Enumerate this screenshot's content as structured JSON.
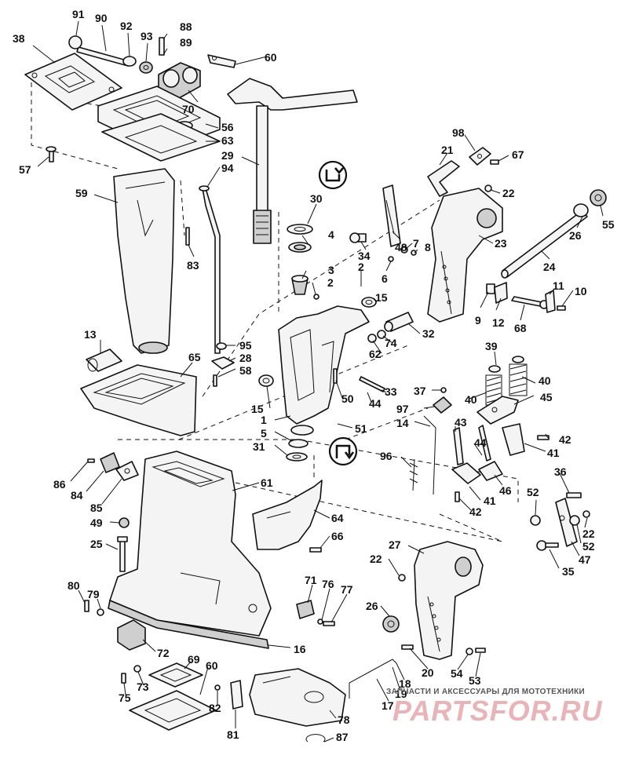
{
  "diagram": {
    "callouts": [
      "91",
      "90",
      "92",
      "93",
      "88",
      "89",
      "60",
      "38",
      "70",
      "56",
      "63",
      "57",
      "29",
      "94",
      "59",
      "30",
      "4",
      "98",
      "67",
      "21",
      "22",
      "55",
      "26",
      "34",
      "48",
      "7",
      "8",
      "6",
      "23",
      "24",
      "83",
      "3",
      "2",
      "2",
      "15",
      "9",
      "12",
      "11",
      "10",
      "68",
      "13",
      "95",
      "28",
      "58",
      "65",
      "32",
      "62",
      "74",
      "39",
      "40",
      "15",
      "1",
      "50",
      "33",
      "44",
      "37",
      "97",
      "40",
      "45",
      "14",
      "43",
      "42",
      "41",
      "5",
      "51",
      "31",
      "96",
      "44",
      "46",
      "86",
      "84",
      "85",
      "61",
      "36",
      "41",
      "42",
      "52",
      "22",
      "52",
      "47",
      "35",
      "64",
      "49",
      "66",
      "25",
      "27",
      "22",
      "80",
      "79",
      "71",
      "76",
      "77",
      "16",
      "26",
      "72",
      "69",
      "60",
      "20",
      "54",
      "53",
      "73",
      "75",
      "18",
      "19",
      "17",
      "82",
      "81",
      "78",
      "87"
    ]
  },
  "watermark": {
    "tagline": "ЗАПЧАСТИ И АКСЕССУАРЫ ДЛЯ МОТОТЕХНИКИ",
    "brand": "PARTSFOR.RU"
  }
}
